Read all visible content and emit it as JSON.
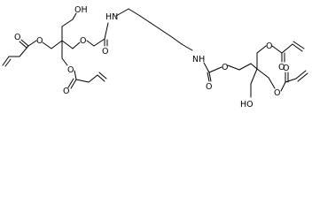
{
  "atom_labels": {
    "hydroxyl_top": "OH",
    "hydroxyl_bottom": "HO",
    "amine_top": "HN",
    "amine_bottom": "NH",
    "ester_oxygen": "O",
    "carbonyl_oxygen": "O"
  }
}
